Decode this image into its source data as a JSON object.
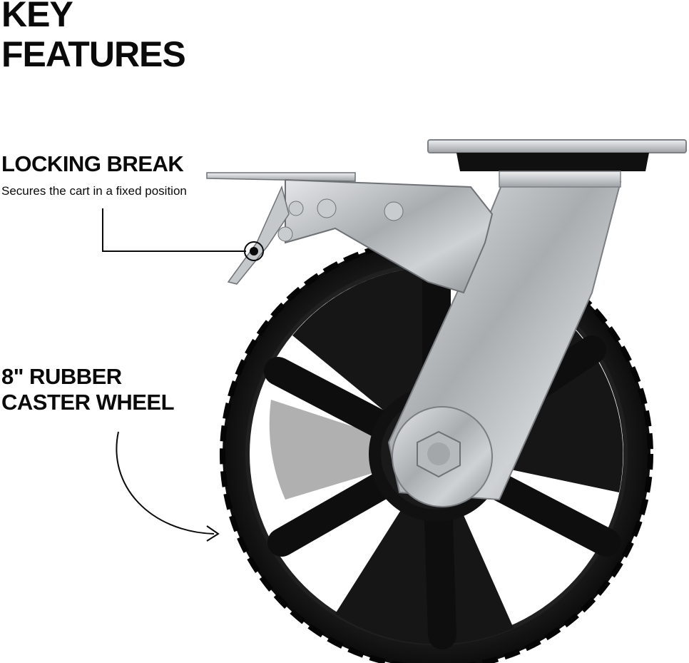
{
  "title": {
    "line1": "KEY",
    "line2": "FEATURES"
  },
  "features": {
    "lock": {
      "heading": "LOCKING BREAK",
      "description": "Secures the cart in a fixed position"
    },
    "wheel": {
      "heading_line1": "8\" RUBBER",
      "heading_line2": "CASTER WHEEL"
    }
  },
  "colors": {
    "text": "#0a0a0a",
    "background": "#ffffff",
    "rubber": "#151515",
    "steel": "#b9bcbe"
  },
  "icons": [
    "callout-target-icon",
    "curved-arrow-icon",
    "hex-bolt-icon"
  ]
}
